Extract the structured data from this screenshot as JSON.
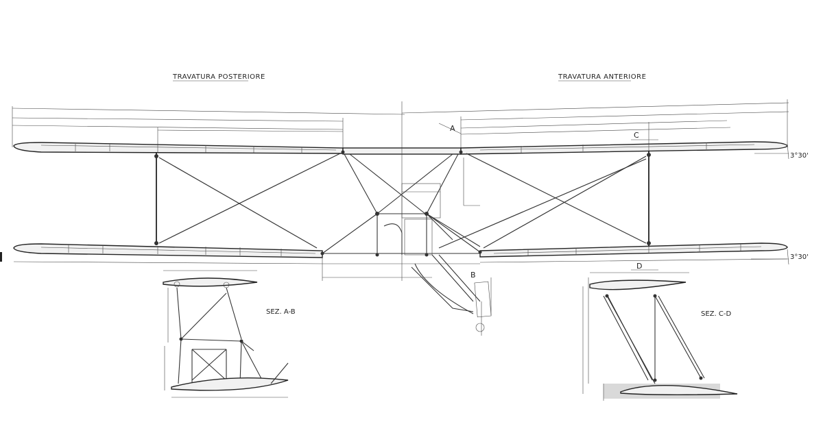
{
  "titles": {
    "rear": "TRAVATURA POSTERIORE",
    "front": "TRAVATURA ANTERIORE"
  },
  "sections": {
    "ab": "SEZ. A-B",
    "cd": "SEZ. C-D"
  },
  "markers": {
    "a": "A",
    "b": "B",
    "c": "C",
    "d": "D"
  },
  "angles": {
    "upper": "3°30'",
    "lower": "3°30'"
  }
}
